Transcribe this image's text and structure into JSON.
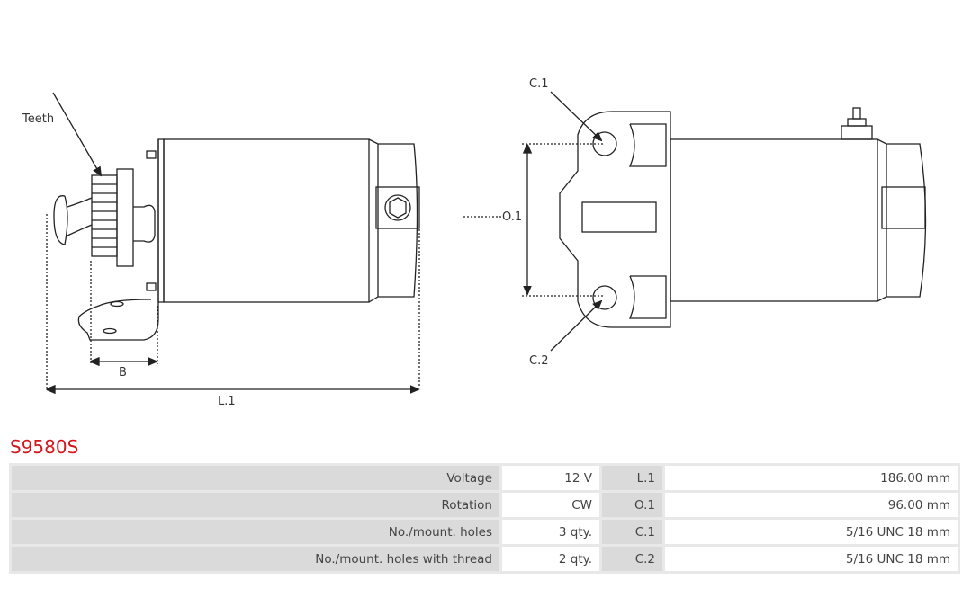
{
  "drawing": {
    "labels": {
      "teeth": "Teeth",
      "b": "B",
      "l1": "L.1",
      "c1": "C.1",
      "c2": "C.2",
      "o1": "O.1"
    }
  },
  "product": {
    "code": "S9580S"
  },
  "specs": [
    {
      "label": "Voltage",
      "value": "12 V",
      "dim": "L.1",
      "dim_value": "186.00 mm"
    },
    {
      "label": "Rotation",
      "value": "CW",
      "dim": "O.1",
      "dim_value": "96.00 mm"
    },
    {
      "label": "No./mount. holes",
      "value": "3 qty.",
      "dim": "C.1",
      "dim_value": "5/16 UNC 18 mm"
    },
    {
      "label": "No./mount. holes with thread",
      "value": "2 qty.",
      "dim": "C.2",
      "dim_value": "5/16 UNC 18 mm"
    }
  ],
  "colors": {
    "accent": "#d3151c"
  }
}
